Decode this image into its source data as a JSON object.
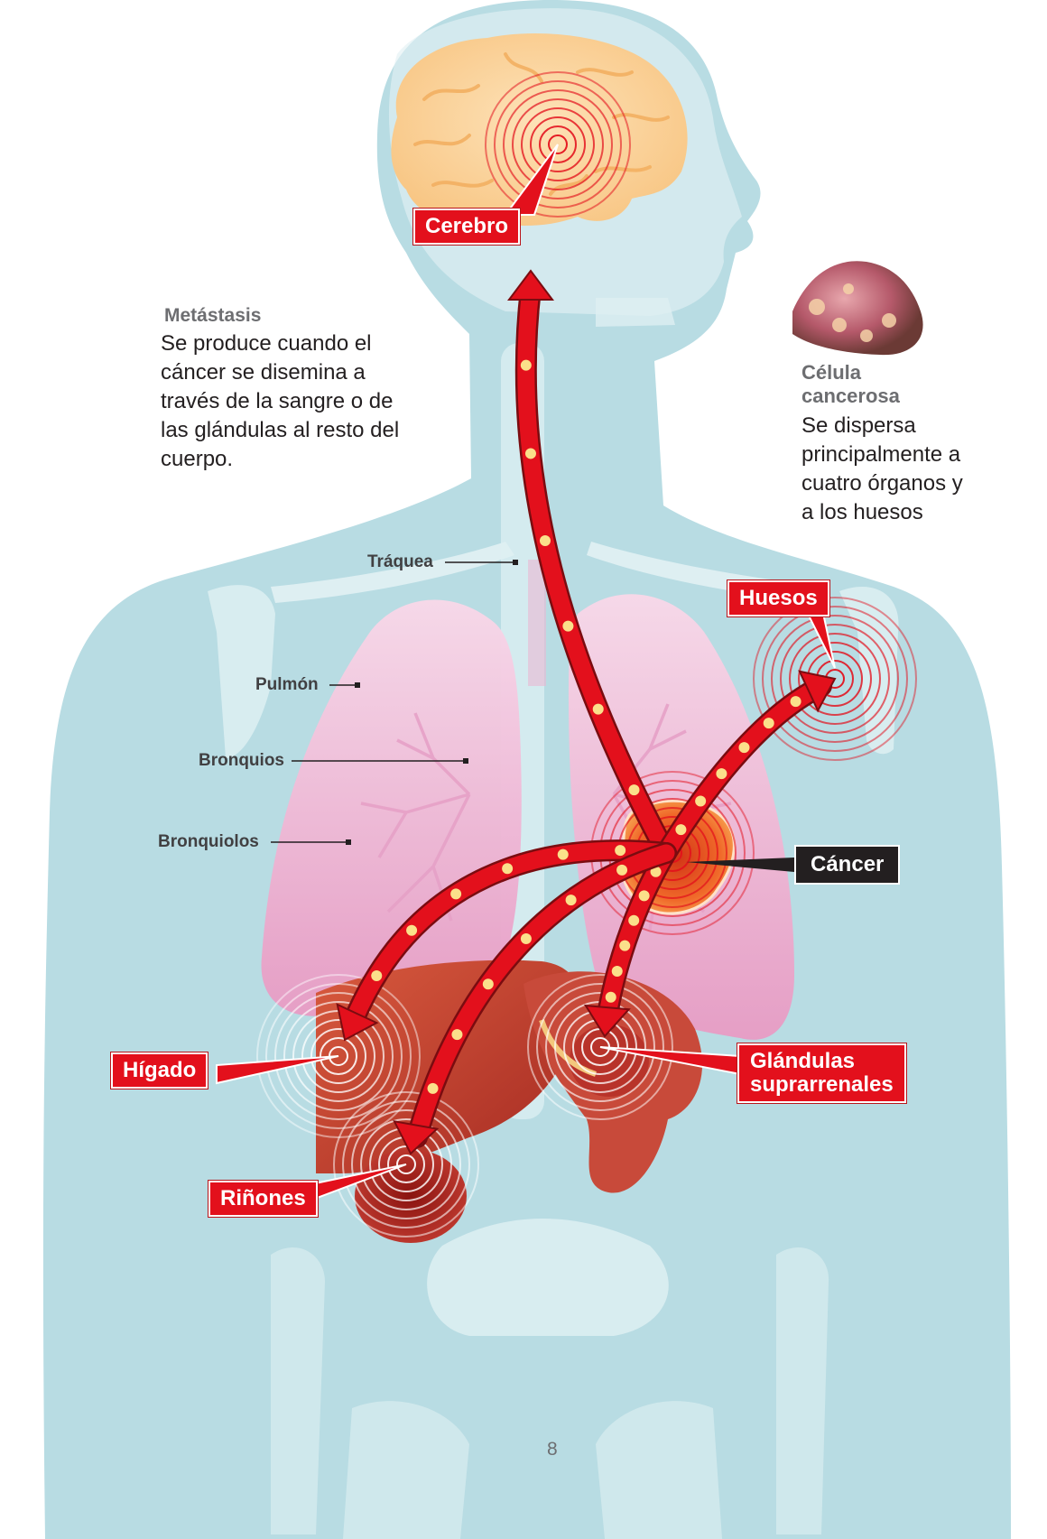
{
  "metastasis": {
    "title": "Metástasis",
    "text": "Se produce cuando el cáncer se disemina a través de la sangre o de las glándulas al resto del cuerpo."
  },
  "cell": {
    "title_line1": "Célula",
    "title_line2": "cancerosa",
    "text": "Se dispersa principalmente a cuatro órganos y a los huesos"
  },
  "anatomy_labels": {
    "trachea": "Tráquea",
    "lung": "Pulmón",
    "bronchi": "Bronquios",
    "bronchioles": "Bronquiolos"
  },
  "organ_labels": {
    "brain": "Cerebro",
    "bones": "Huesos",
    "cancer": "Cáncer",
    "liver": "Hígado",
    "adrenal_line1": "Glándulas",
    "adrenal_line2": "suprarrenales",
    "kidneys": "Riñones"
  },
  "page_number": "8",
  "colors": {
    "body_silhouette": "#b8dce3",
    "bone": "#e2f1f4",
    "lung": "#f2bfd9",
    "arrow_red": "#e3101c",
    "label_red": "#e3101c",
    "label_dark": "#231f20",
    "brain": "#fbd8a3"
  }
}
